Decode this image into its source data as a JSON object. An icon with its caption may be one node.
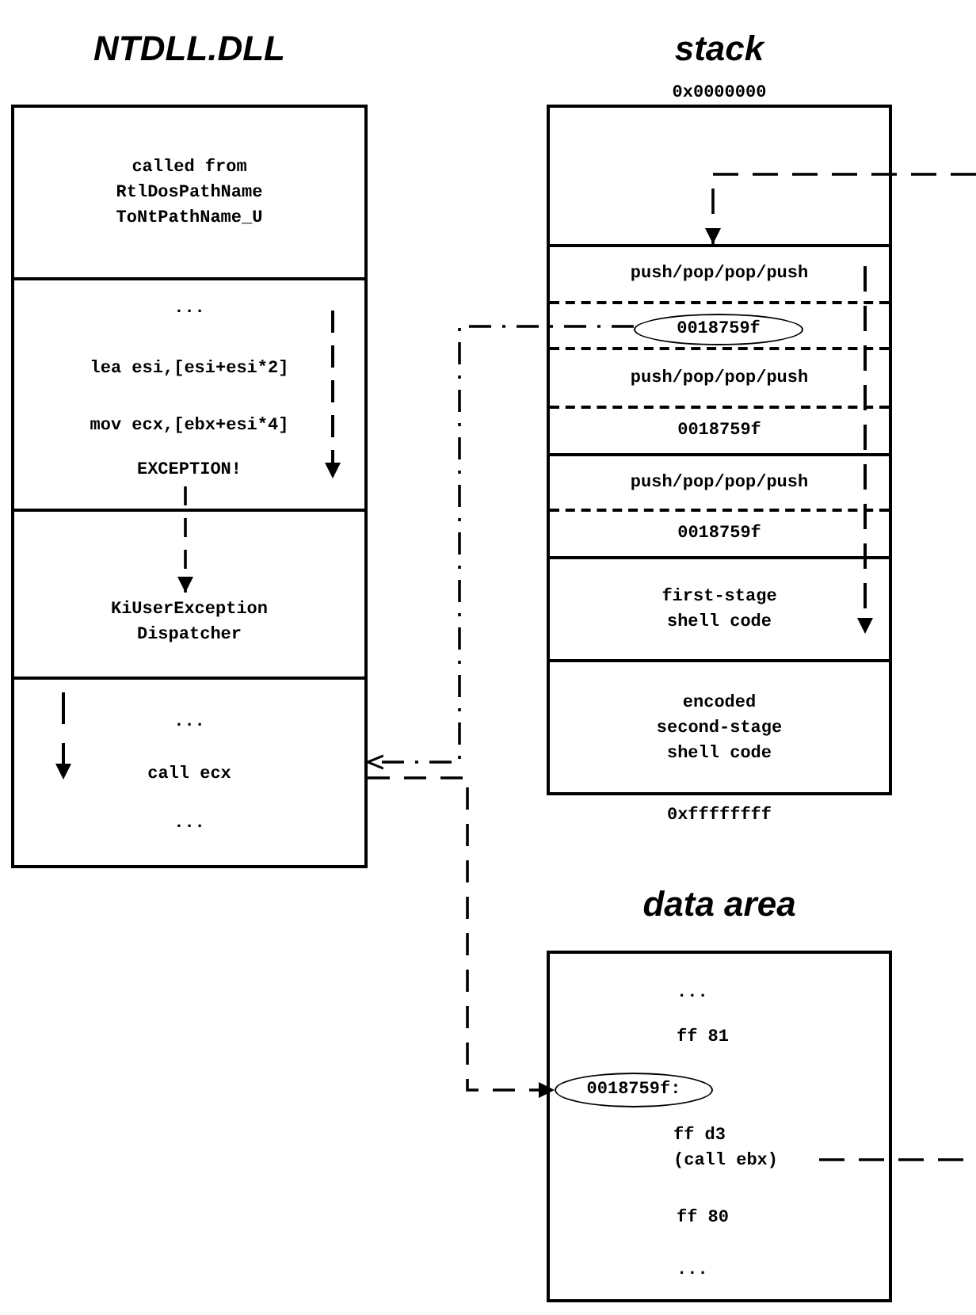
{
  "diagram": {
    "nodes": [
      {
        "text": [
          "NTDLL.DLL"
        ]
      },
      {
        "text": [
          "called from RtlDosPathName ToNtPathName_U"
        ],
        "in": 0
      },
      {
        "text": [
          "...",
          "lea esi,[esi+esi*2]",
          "mov ecx,[ebx+esi*4]",
          "EXCEPTION!"
        ],
        "in": 0
      },
      {
        "text": [
          "KiUserException Dispatcher"
        ],
        "in": 0
      },
      {
        "text": [
          "...",
          "call ecx",
          "..."
        ],
        "in": 0
      },
      {
        "text": [
          "stack"
        ],
        "beside": [
          "0x0000000",
          "0xffffffff"
        ]
      },
      {
        "text": [],
        "shape": "box",
        "in": 5
      },
      {
        "text": [
          "push/pop/pop/push"
        ],
        "in": 5
      },
      {
        "text": [],
        "shape": "box",
        "in": 5
      },
      {
        "text": [
          "0018759f"
        ],
        "in": 8
      },
      {
        "text": [
          "push/pop/pop/push"
        ],
        "in": 5
      },
      {
        "text": [
          "0018759f"
        ],
        "in": 5
      },
      {
        "text": [
          "push/pop/pop/push"
        ],
        "in": 5
      },
      {
        "text": [
          "0018759f"
        ],
        "in": 5
      },
      {
        "text": [
          "first-stage shell code"
        ],
        "in": 5
      },
      {
        "text": [
          "encoded second-stage shell code"
        ],
        "in": 5
      },
      {
        "text": [
          "data area",
          "...",
          "ff 81",
          "ff 80",
          "..."
        ]
      },
      {
        "text": [
          "0018759f:"
        ],
        "in": 16
      },
      {
        "text": [
          "ff d3",
          "(call ebx)"
        ],
        "in": 16
      }
    ],
    "edges": [
      {
        "from": 2,
        "to": 3,
        "arrow": "to",
        "style": "dashed"
      },
      {
        "from": 9,
        "to": 4,
        "arrow": "to",
        "style": "dashed"
      },
      {
        "from": 4,
        "to": 17,
        "arrow": "to",
        "style": "dashed"
      },
      {
        "from": null,
        "to": 6,
        "arrow": "to",
        "style": "dashed"
      },
      {
        "from": 18,
        "to": null,
        "arrow": "none",
        "style": "dashed"
      }
    ]
  }
}
